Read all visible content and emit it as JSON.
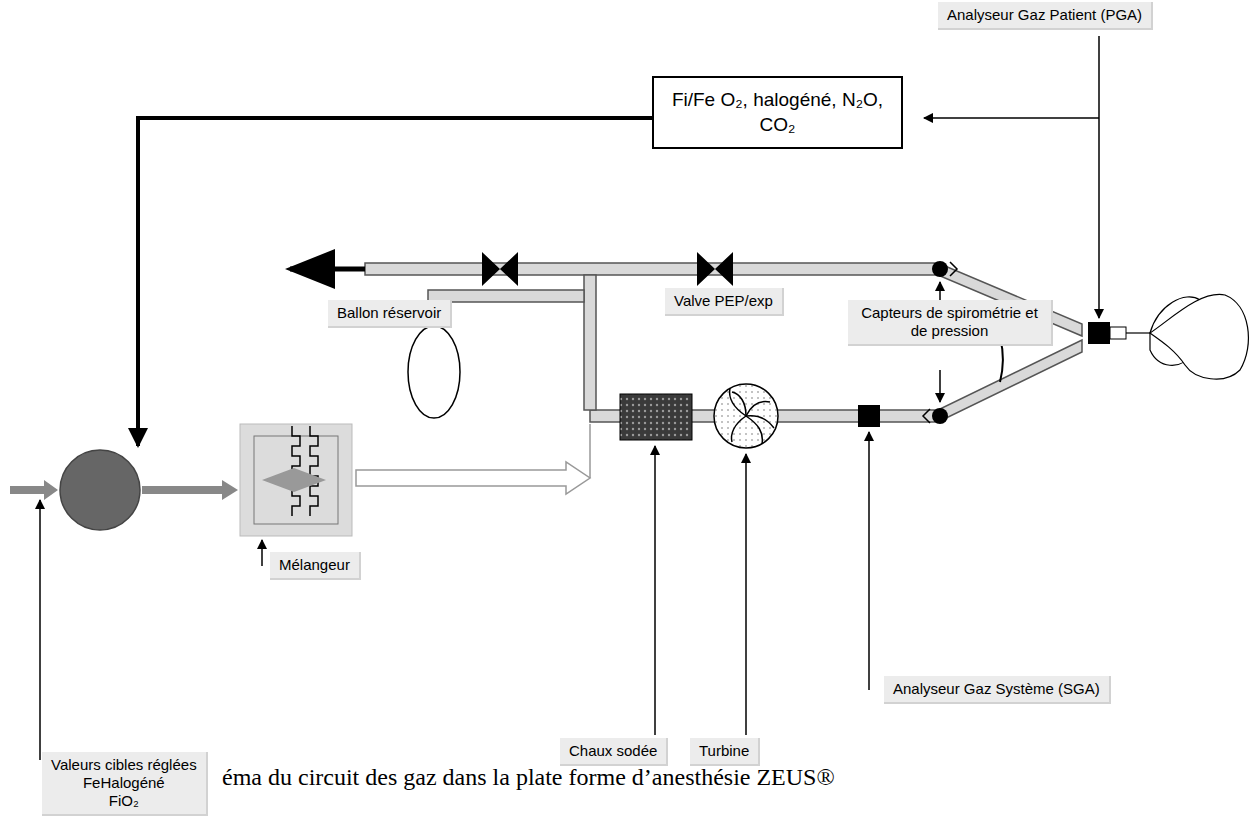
{
  "diagram": {
    "caption": "éma du circuit des gaz dans la plate forme d’anesthésie ZEUS®",
    "nodes": [
      {
        "text": [
          "Analyseur Gaz Patient (PGA)"
        ]
      },
      {
        "text": [
          "Fi/Fe O₂, halogéné, N₂O, CO₂"
        ]
      },
      {
        "text": [
          "Valve PEP/exp"
        ]
      },
      {
        "text": [
          "Ballon réservoir"
        ]
      },
      {
        "text": [
          "Capteurs de spirométrie et de pression"
        ]
      },
      {
        "text": [
          "Mélangeur"
        ]
      },
      {
        "text": [
          "Analyseur Gaz Système (SGA)"
        ]
      },
      {
        "text": [
          "Chaux sodée"
        ]
      },
      {
        "text": [
          "Turbine"
        ]
      },
      {
        "text": [
          "Valeurs cibles réglées",
          "FeHalogéné",
          "FiO₂"
        ]
      }
    ]
  }
}
